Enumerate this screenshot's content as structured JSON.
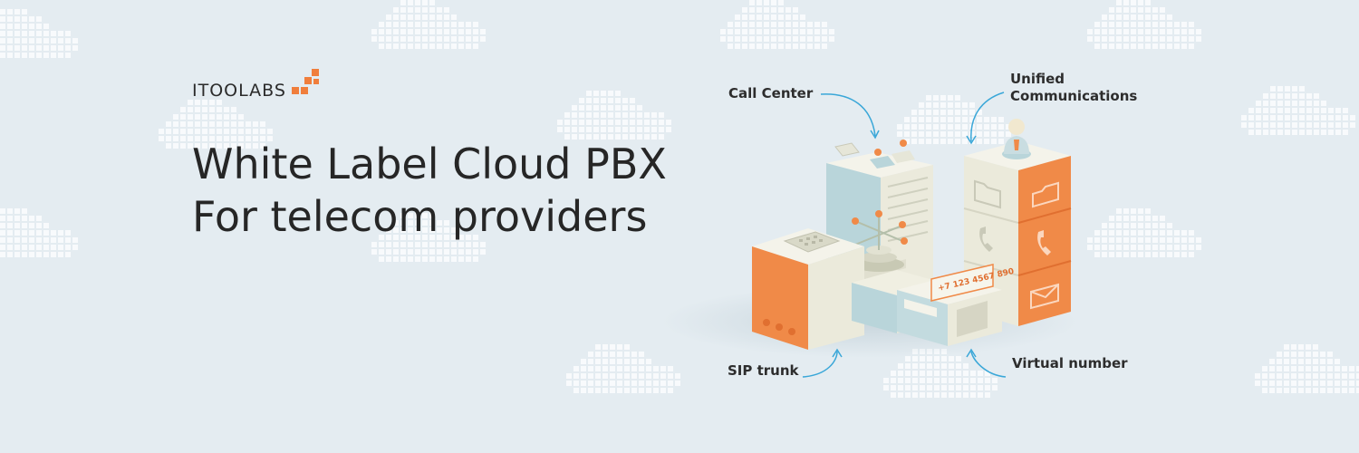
{
  "brand": {
    "name": "ITOOLABS",
    "accent_color": "#f07e3c"
  },
  "headline": {
    "line1": "White Label Cloud PBX",
    "line2": "For telecom providers"
  },
  "callouts": {
    "call_center": "Call Center",
    "unified_line1": "Unified",
    "unified_line2": "Communications",
    "sip_trunk": "SIP trunk",
    "virtual_number": "Virtual number"
  },
  "display_number": "+7 123 4567 890",
  "colors": {
    "background": "#e4ecf1",
    "arrow": "#3aa7d8",
    "orange": "#f08a48",
    "cream": "#f1f0e3",
    "teal": "#b6d3d8"
  },
  "icons": [
    "folder-icon",
    "phone-icon",
    "envelope-icon",
    "cloud-icon"
  ]
}
